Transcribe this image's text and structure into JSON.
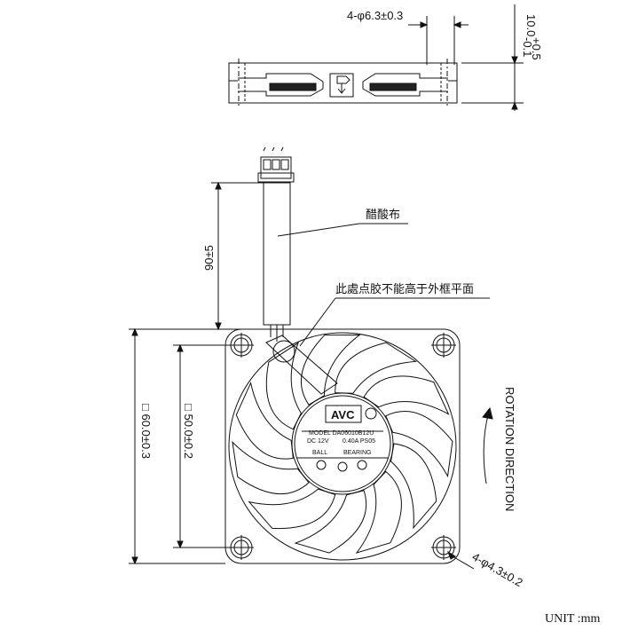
{
  "dimensions": {
    "top_hole_spacing": "4-φ6.3±0.3",
    "thickness_main": "10.0",
    "thickness_tol_plus": "+0.5",
    "thickness_tol_minus": "-0.1",
    "cable_length": "90±5",
    "hole_spacing": "□ 50.0±0.2",
    "frame_size": "□ 60.0±0.3",
    "mount_holes": "4-φ4.3±0.2"
  },
  "callouts": {
    "cable_material": "醋酸布",
    "glue_note": "此處点胶不能高于外框平面"
  },
  "rotation": {
    "label": "ROTATION   DIRECTION"
  },
  "hub_label": {
    "brand": "AVC",
    "model_line": "MODEL    DA06010B12U",
    "dc_line": "DC  12V",
    "current_line": "0.40A   PS05",
    "bearing_left": "BALL",
    "bearing_right": "BEARING"
  },
  "unit": "UNIT :mm"
}
